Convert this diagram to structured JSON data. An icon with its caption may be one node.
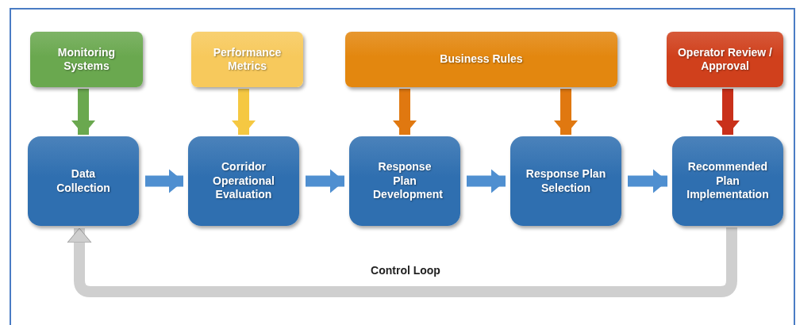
{
  "diagram": {
    "nodes": [
      {
        "text": [
          "Monitoring Systems"
        ]
      },
      {
        "text": [
          "Performance Metrics"
        ]
      },
      {
        "text": [
          "Business Rules"
        ]
      },
      {
        "text": [
          "Operator Review / Approval"
        ]
      },
      {
        "text": [
          "Data Collection"
        ]
      },
      {
        "text": [
          "Corridor Operational Evaluation"
        ]
      },
      {
        "text": [
          "Response Plan Development"
        ]
      },
      {
        "text": [
          "Response Plan Selection"
        ]
      },
      {
        "text": [
          "Recommended Plan Implementation"
        ]
      }
    ],
    "edges": [
      {
        "from": 0,
        "to": 4,
        "arrow": "to",
        "color": "#6aa84f"
      },
      {
        "from": 1,
        "to": 5,
        "arrow": "to",
        "color": "#f5c842"
      },
      {
        "from": 2,
        "to": 6,
        "arrow": "to",
        "color": "#e07810"
      },
      {
        "from": 2,
        "to": 7,
        "arrow": "to",
        "color": "#e07810"
      },
      {
        "from": 3,
        "to": 8,
        "arrow": "to",
        "color": "#c9301a"
      },
      {
        "from": 4,
        "to": 5,
        "arrow": "to"
      },
      {
        "from": 5,
        "to": 6,
        "arrow": "to"
      },
      {
        "from": 6,
        "to": 7,
        "arrow": "to"
      },
      {
        "from": 7,
        "to": 8,
        "arrow": "to"
      },
      {
        "from": 8,
        "to": 4,
        "arrow": "to",
        "label": "Control Loop",
        "color": "#cfcfcf"
      }
    ]
  }
}
